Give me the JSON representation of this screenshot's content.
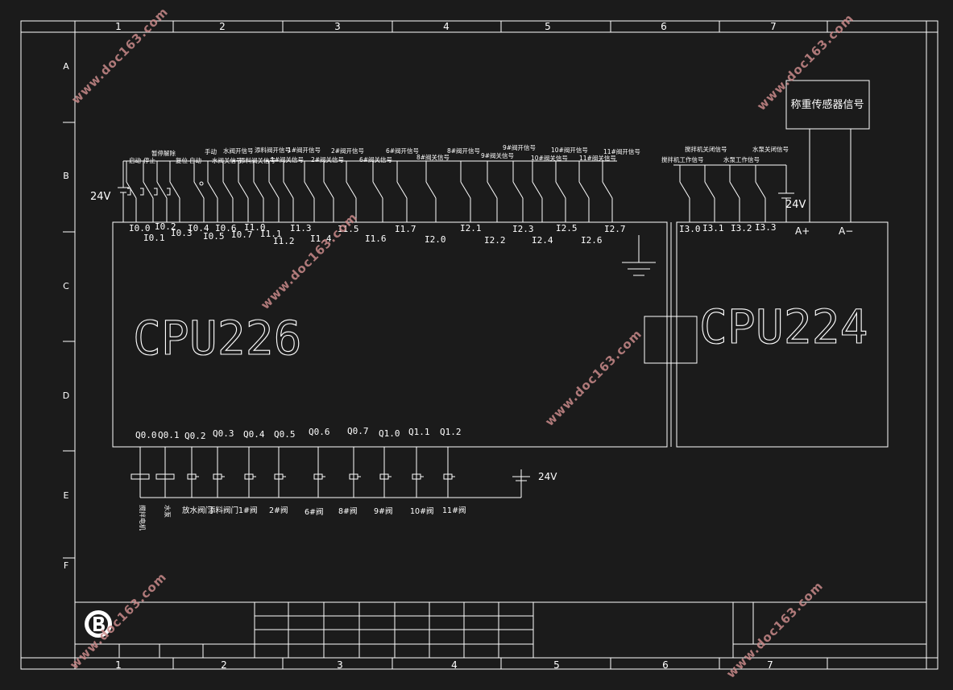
{
  "frame": {
    "col_numbers_top": [
      "1",
      "2",
      "3",
      "4",
      "5",
      "6",
      "7"
    ],
    "col_numbers_bottom": [
      "1",
      "2",
      "3",
      "4",
      "5",
      "6",
      "7"
    ],
    "row_letters": [
      "A",
      "B",
      "C",
      "D",
      "E",
      "F"
    ]
  },
  "plc": {
    "main_name": "CPU226",
    "expansion_name": "CPU224"
  },
  "sensor_box": {
    "label": "称重传感器信号"
  },
  "power": {
    "left_supply": "24V",
    "right_supply": "24V",
    "output_supply": "24V"
  },
  "analog_terminals": [
    "A+",
    "A−"
  ],
  "inputs_main": [
    "I0.0",
    "I0.1",
    "I0.2",
    "I0.3",
    "I0.4",
    "I0.5",
    "I0.6",
    "I0.7",
    "I1.0",
    "I1.1",
    "I1.2",
    "I1.3",
    "I1.4",
    "I1.5",
    "I1.6",
    "I1.7",
    "I2.0",
    "I2.1",
    "I2.2",
    "I2.3",
    "I2.4",
    "I2.5",
    "I2.6",
    "I2.7"
  ],
  "inputs_expansion": [
    "I3.0",
    "I3.1",
    "I3.2",
    "I3.3"
  ],
  "input_signal_labels": [
    "启动",
    "停止",
    "暂停",
    "解除",
    "复位",
    "自动",
    "手动",
    "水阀关信号",
    "水阀开信号",
    "添料阀关信号",
    "添料阀开信号",
    "1#阀关信号",
    "1#阀开信号",
    "2#阀关信号",
    "2#阀开信号",
    "6#阀关信号",
    "6#阀开信号",
    "8#阀关信号",
    "8#阀开信号",
    "9#阀关信号",
    "9#阀开信号",
    "10#阀关信号",
    "10#阀开信号",
    "11#阀关信号",
    "11#阀开信号"
  ],
  "expansion_signal_labels": [
    "搅拌机关闭信号",
    "搅拌机工作信号",
    "水泵工作信号",
    "水泵关闭信号"
  ],
  "outputs": [
    "Q0.0",
    "Q0.1",
    "Q0.2",
    "Q0.3",
    "Q0.4",
    "Q0.5",
    "Q0.6",
    "Q0.7",
    "Q1.0",
    "Q1.1",
    "Q1.2"
  ],
  "output_loads": [
    "搅拌电机",
    "水泵",
    "放水阀门",
    "添料阀门",
    "1#阀",
    "2#阀",
    "6#阀",
    "8#阀",
    "9#阀",
    "10#阀",
    "11#阀"
  ],
  "watermark": {
    "text": "www.doc163.com"
  }
}
